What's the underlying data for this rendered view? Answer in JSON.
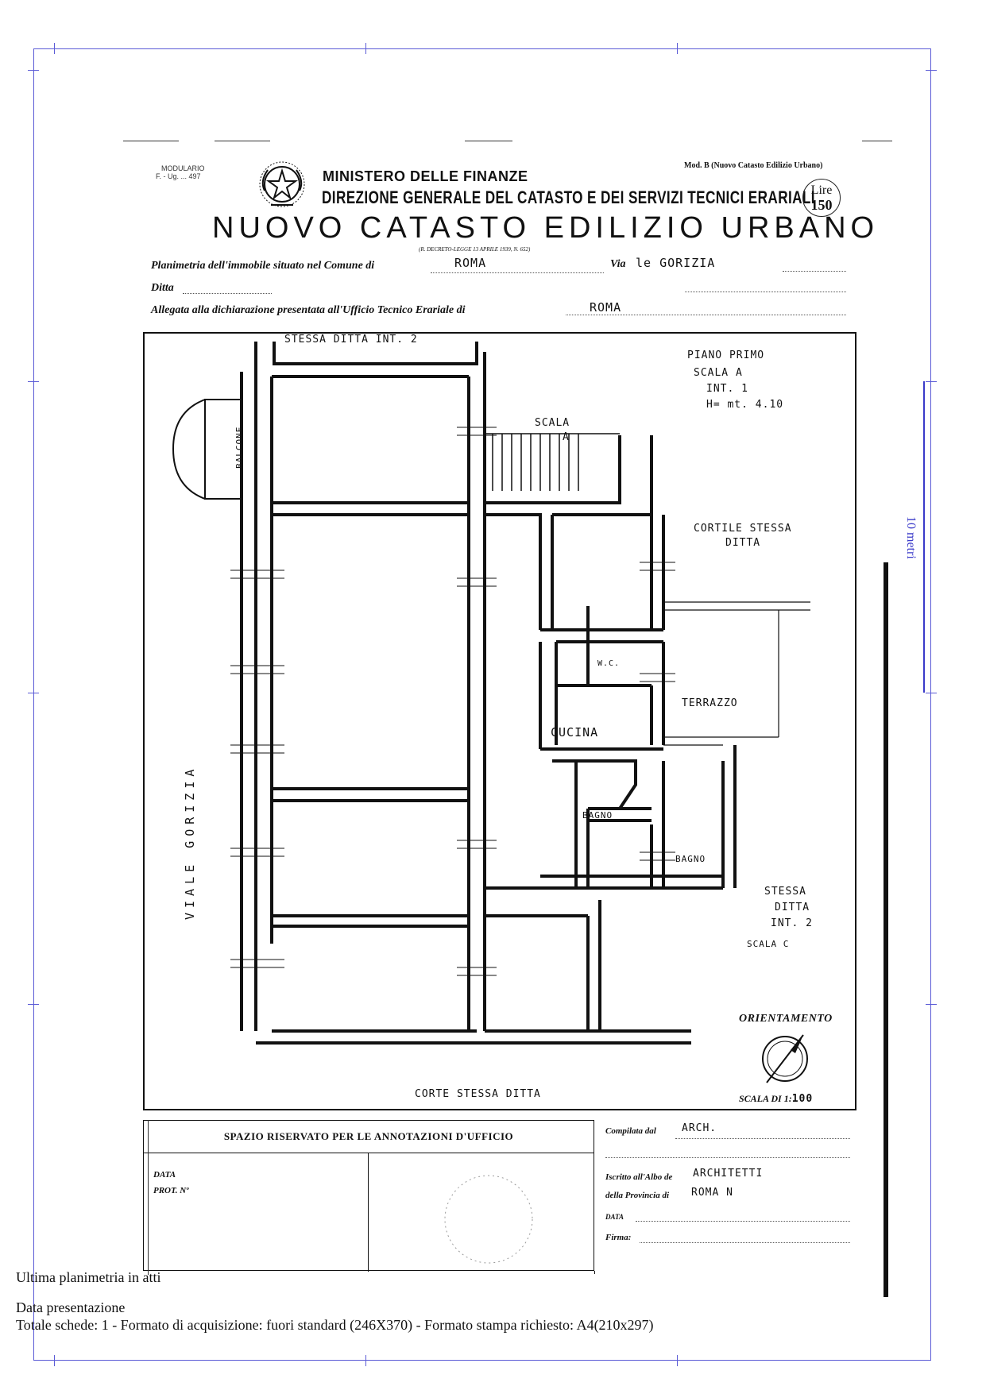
{
  "header": {
    "modulario": "MODULARIO",
    "modulario_code": "F. - Ug. ... 497",
    "ministero": "MINISTERO DELLE FINANZE",
    "direzione": "DIREZIONE GENERALE DEL CATASTO E DEI SERVIZI TECNICI ERARIALI",
    "title": "NUOVO CATASTO EDILIZIO URBANO",
    "decreto": "(R. DECRETO-LEGGE 13 APRILE 1939, N. 652)",
    "mod_b": "Mod. B (Nuovo Catasto Edilizio Urbano)",
    "lire_label": "Lire",
    "lire_value": "150"
  },
  "fields": {
    "planimetria_label": "Planimetria dell'immobile situato nel Comune di",
    "comune_value": "ROMA",
    "via_label": "Via",
    "via_value": "le GORIZIA",
    "ditta_label": "Ditta",
    "allegata_label": "Allegata alla dichiarazione presentata all'Ufficio Tecnico Erariale di",
    "ufficio_value": "ROMA"
  },
  "plan": {
    "top_label": "STESSA DITTA INT. 2",
    "piano": "PIANO PRIMO",
    "scala_a": "SCALA A",
    "interno": "INT. 1",
    "altezza": "H= mt. 4.10",
    "scala_label": "SCALA",
    "scala_letter": "A",
    "balcone": "BALCONE",
    "cortile_1": "CORTILE STESSA",
    "cortile_2": "DITTA",
    "wc": "W.C.",
    "terrazzo": "TERRAZZO",
    "cucina": "CUCINA",
    "bagno_1": "BAGNO",
    "bagno_2": "BAGNO",
    "viale": "VIALE GORIZIA",
    "stessa_1": "STESSA",
    "stessa_2": "DITTA",
    "stessa_3": "INT. 2",
    "scala_c": "SCALA C",
    "bottom_label": "CORTE STESSA DITTA",
    "orientamento": "ORIENTAMENTO",
    "scala_di": "SCALA DI 1:",
    "scala_value": "100"
  },
  "annotations": {
    "title": "SPAZIO RISERVATO PER LE ANNOTAZIONI D'UFFICIO",
    "data": "DATA",
    "prot": "PROT. Nº",
    "compilata": "Compilata dal",
    "compilata_value": "ARCH.",
    "iscritto": "Iscritto all'Albo de",
    "iscritto_value": "ARCHITETTI",
    "provincia": "della Provincia di",
    "provincia_value": "ROMA N",
    "data_field": "DATA",
    "firma": "Firma:"
  },
  "sidebar": {
    "scale_note": "10 metri"
  },
  "footer": {
    "line1": "Ultima planimetria in atti",
    "line2": "Data presentazione",
    "line3": "Totale schede: 1 - Formato di acquisizione: fuori standard (246X370) - Formato stampa richiesto: A4(210x297)"
  },
  "colors": {
    "frame": "#5b5bd6",
    "ink": "#111111"
  }
}
